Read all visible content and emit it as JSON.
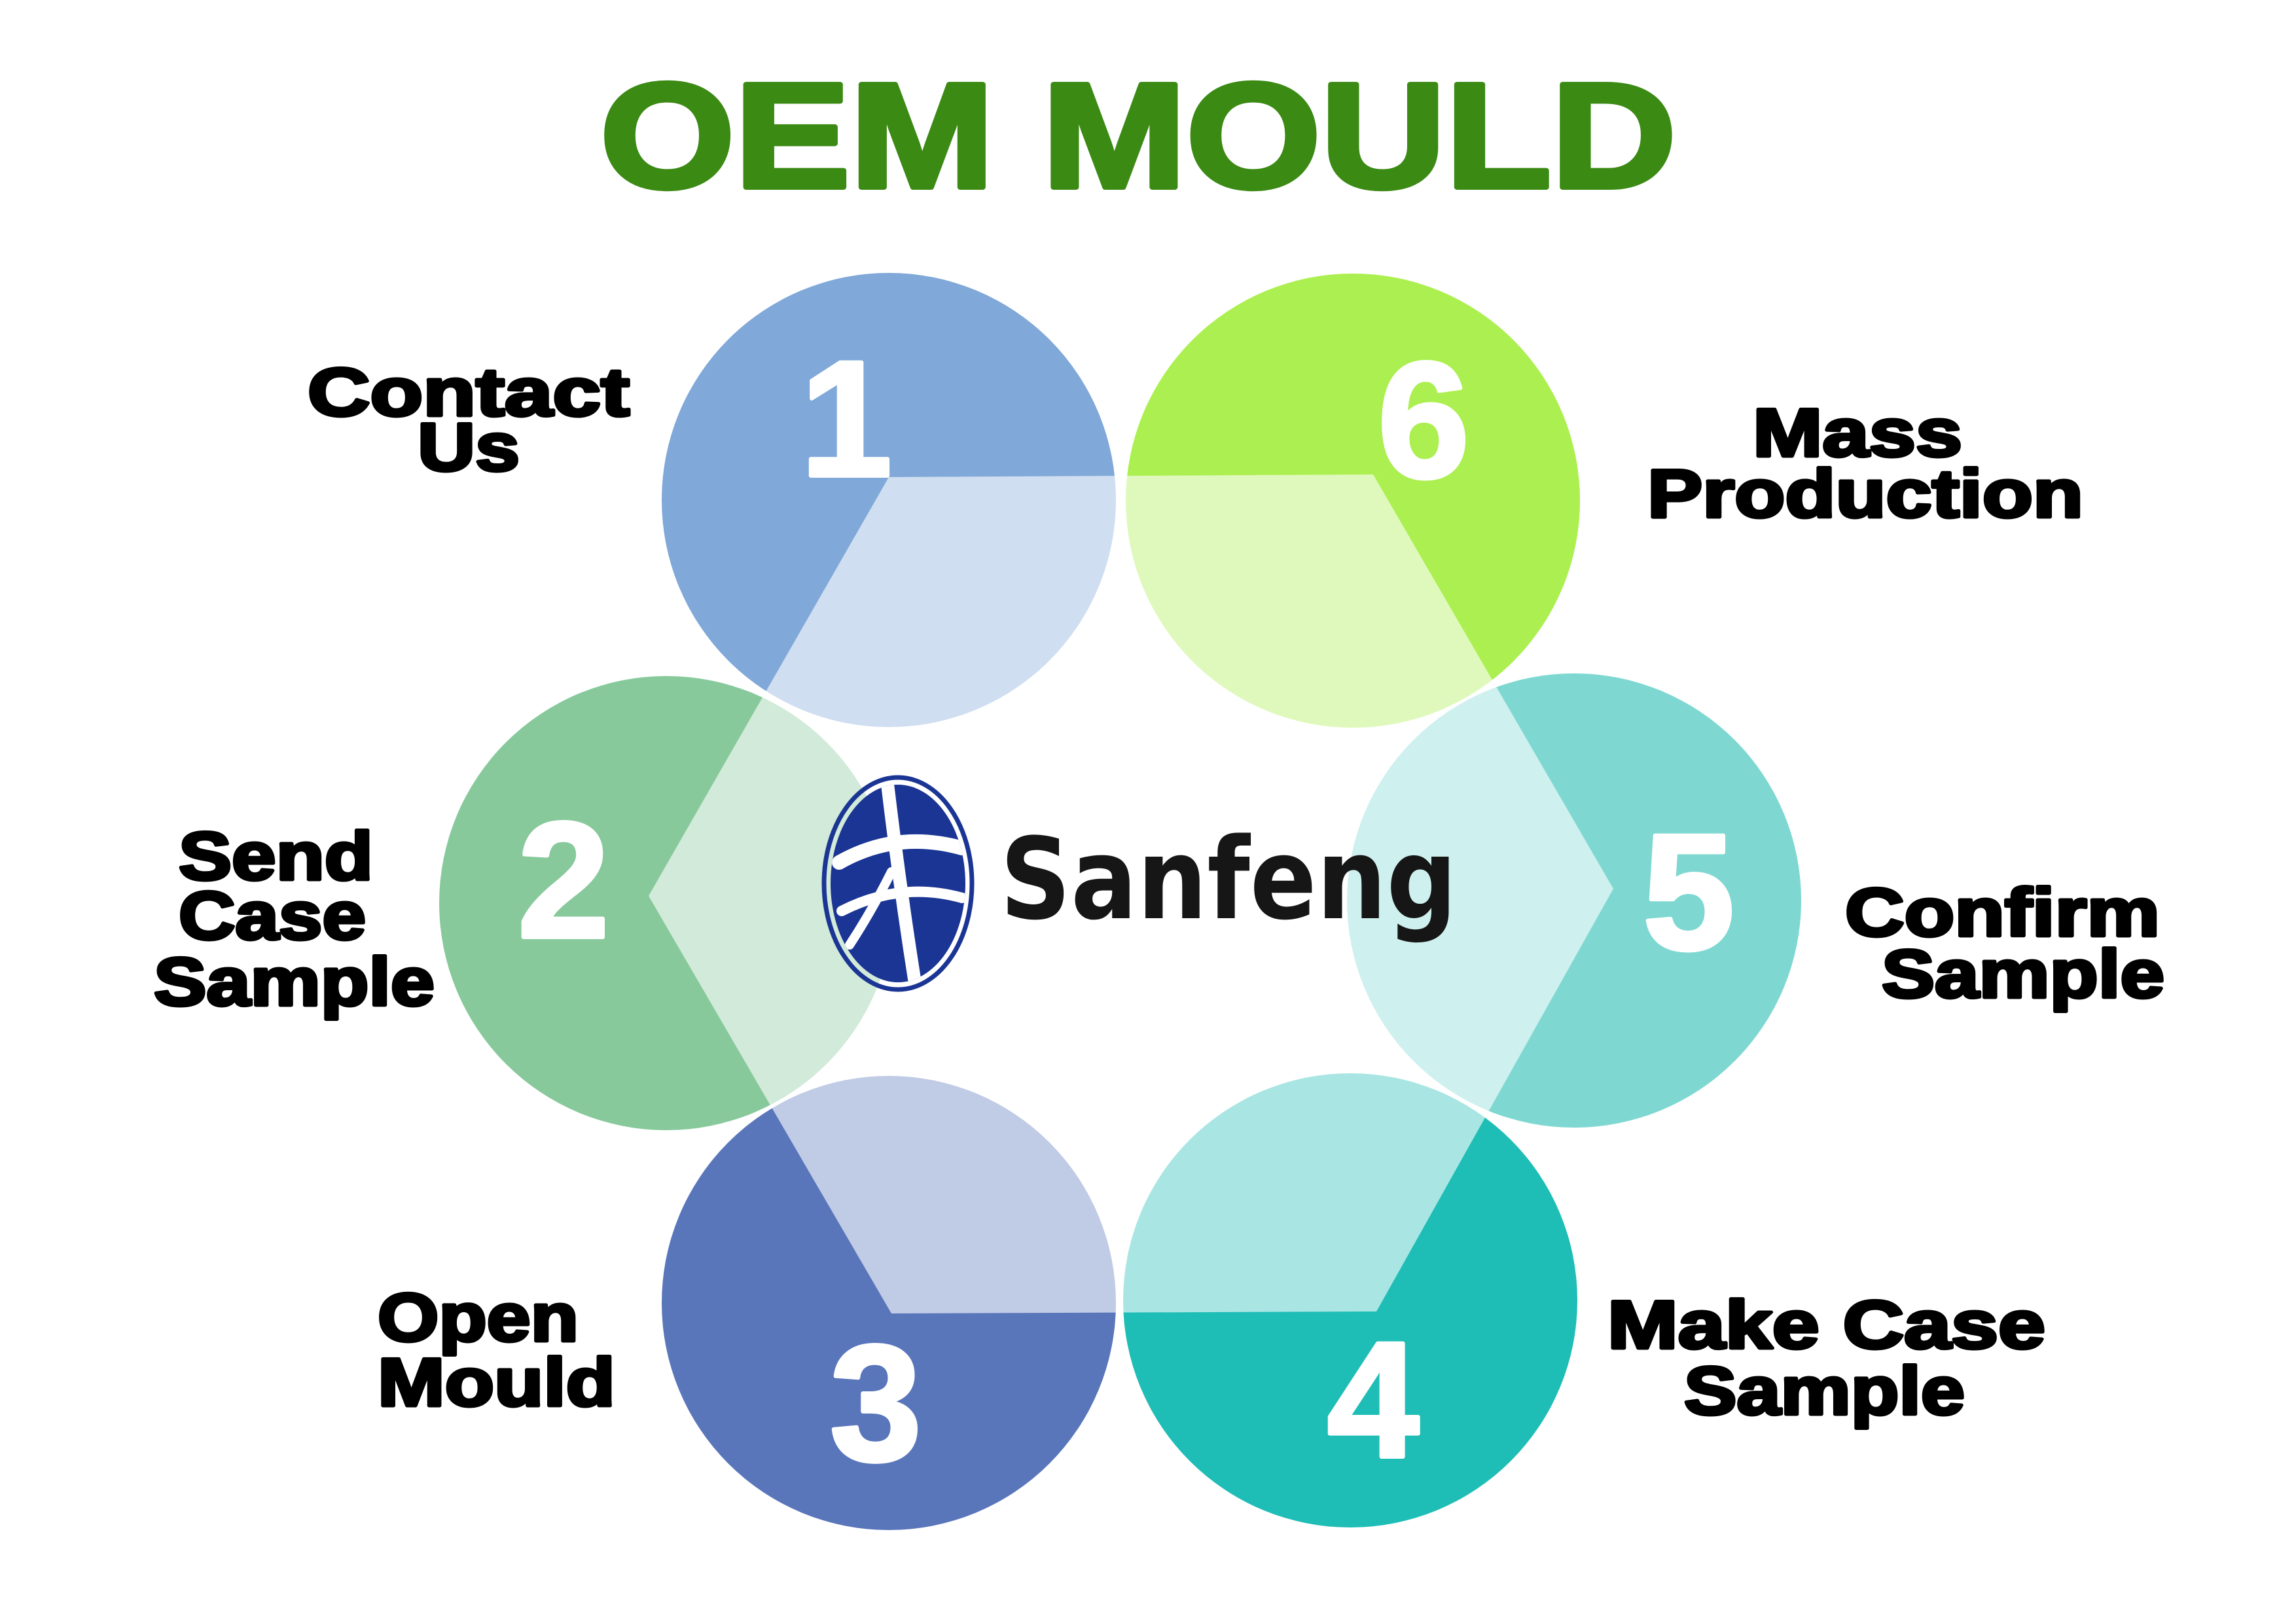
{
  "title": "OEM MOULD",
  "brand": {
    "name": "Sanfeng",
    "emblem_icon": "sanfeng-emblem-icon"
  },
  "steps": [
    {
      "number": "1",
      "label_lines": [
        "Contact",
        "Us"
      ],
      "color": "#80a8d8"
    },
    {
      "number": "2",
      "label_lines": [
        "Send",
        "Case",
        "Sample"
      ],
      "color": "#88c99c"
    },
    {
      "number": "3",
      "label_lines": [
        "Open",
        "Mould"
      ],
      "color": "#5a76bb"
    },
    {
      "number": "4",
      "label_lines": [
        "Make Case",
        "Sample"
      ],
      "color": "#1ebdb6"
    },
    {
      "number": "5",
      "label_lines": [
        "Confirm",
        "Sample"
      ],
      "color": "#7ed8d1"
    },
    {
      "number": "6",
      "label_lines": [
        "Mass",
        "Production"
      ],
      "color": "#acef50"
    }
  ],
  "colors": {
    "title": "#3b8a14",
    "step_number": "#ffffff",
    "label_text": "#000000",
    "brand_text": "#161616",
    "emblem_blue": "#1b3594",
    "center_hexagon_overlay": "#ffffff"
  }
}
